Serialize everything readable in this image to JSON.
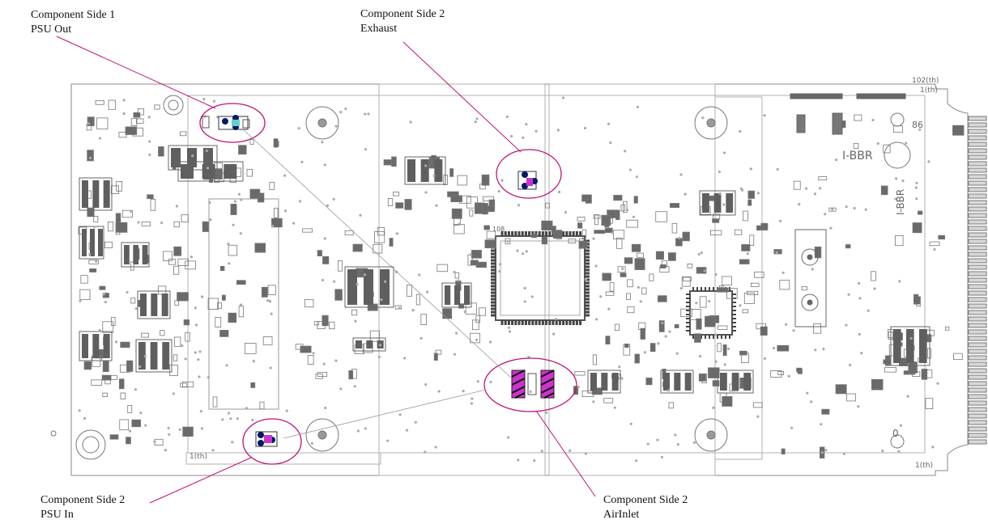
{
  "callouts": {
    "c1": {
      "side": "Component Side 1",
      "sensor": "PSU Out"
    },
    "c2": {
      "side": "Component Side 2",
      "sensor": "Exhaust"
    },
    "c3": {
      "side": "Component Side 2",
      "sensor": "PSU In"
    },
    "c4": {
      "side": "Component Side 2",
      "sensor": "AirInlet"
    }
  },
  "silkscreen": {
    "bbr1": "I-BBR",
    "bbr2": "I-BBR",
    "ref86": "86",
    "ref102": "102(th)",
    "ref1th_top": "1(th)",
    "ref1th_left": "1(th)",
    "ref1th_bottom": "1(th)",
    "ref108": "108",
    "ref0": "0"
  },
  "colors": {
    "highlight": "#c0107a",
    "sensor_fill": "#cc33cc",
    "board_line": "#8a8a8a"
  }
}
